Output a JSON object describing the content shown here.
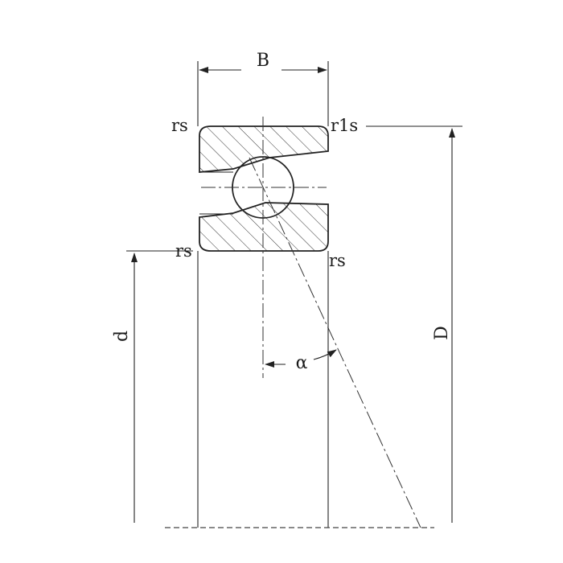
{
  "labels": {
    "width_B": "B",
    "outer_diameter_D": "D",
    "bore_diameter_d": "d",
    "contact_angle": "α",
    "chamfer_rs_top_left": "rs",
    "chamfer_r1s_top_right": "r1s",
    "chamfer_rs_bottom_left": "rs",
    "chamfer_rs_bottom_right": "rs"
  }
}
